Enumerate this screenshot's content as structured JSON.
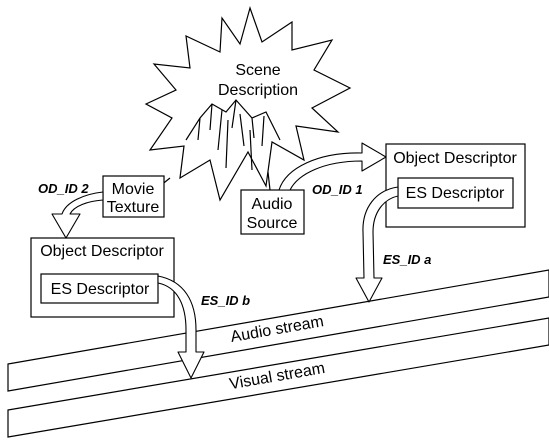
{
  "nodes": {
    "scene_description": {
      "line1": "Scene",
      "line2": "Description"
    },
    "movie_texture": {
      "line1": "Movie",
      "line2": "Texture"
    },
    "audio_source": {
      "line1": "Audio",
      "line2": "Source"
    },
    "object_descriptor_right": {
      "title": "Object Descriptor",
      "inner": "ES Descriptor"
    },
    "object_descriptor_left": {
      "title": "Object Descriptor",
      "inner": "ES Descriptor"
    }
  },
  "labels": {
    "od_id_2": "OD_ID 2",
    "od_id_1": "OD_ID 1",
    "es_id_a": "ES_ID a",
    "es_id_b": "ES_ID b"
  },
  "streams": {
    "audio": "Audio stream",
    "visual": "Visual stream"
  }
}
